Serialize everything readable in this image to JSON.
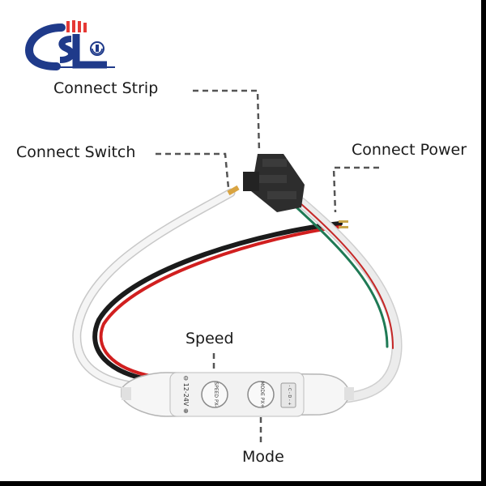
{
  "logo": {
    "text": "CSL",
    "icon": "power-plug-icon",
    "colors": {
      "navy": "#1f3a8a",
      "red": "#e53935"
    }
  },
  "labels": {
    "connect_strip": "Connect Strip",
    "connect_switch": "Connect Switch",
    "connect_power": "Connect Power",
    "speed": "Speed",
    "mode": "Mode"
  },
  "controller": {
    "voltage_text": "⊖ 12-24V ⊕",
    "speed_button_text": "SPEED PX-",
    "mode_button_text": "MODE PX+",
    "terminal_text": "- C - D - +"
  },
  "wire_colors": {
    "white": "#f4f4f4",
    "red": "#d11f1f",
    "black": "#1b1b1b",
    "green": "#1f7a55",
    "connector": "#2d2d2d"
  }
}
